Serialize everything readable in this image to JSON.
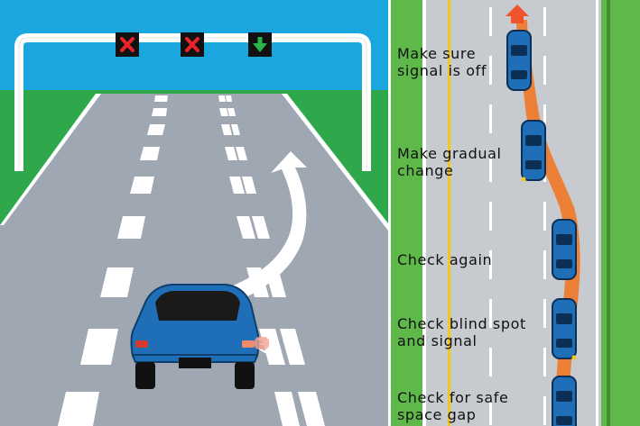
{
  "steps": [
    {
      "label": "Make sure\nsignal is off"
    },
    {
      "label": "Make gradual\nchange"
    },
    {
      "label": "Check again"
    },
    {
      "label": "Check blind spot\nand signal"
    },
    {
      "label": "Check for safe\nspace gap"
    }
  ],
  "lane_signals": [
    {
      "icon": "red-x-icon",
      "meaning": "lane closed"
    },
    {
      "icon": "red-x-icon",
      "meaning": "lane closed"
    },
    {
      "icon": "green-down-arrow-icon",
      "meaning": "lane open"
    }
  ],
  "colors": {
    "sky": "#1aa7e0",
    "grass": "#2ea84a",
    "road": "#9ea7b2",
    "car_body": "#1f6fb8",
    "path_orange": "#f07a2a",
    "lane_yellow": "#f3c81a"
  }
}
